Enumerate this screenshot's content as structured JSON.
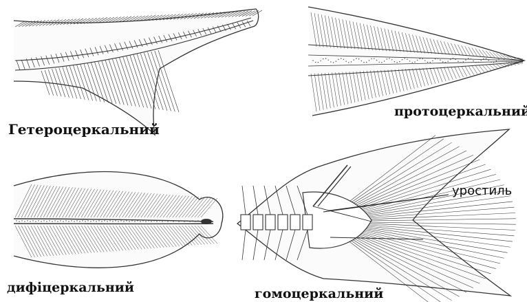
{
  "captions": {
    "heterocercal": "Гетероцеркальний",
    "protocercal": "протоцеркальний",
    "diphycercal": "дифіцеркальний",
    "homocercal": "гомоцеркальний"
  },
  "annotations": {
    "urostyle": "уростиль"
  }
}
